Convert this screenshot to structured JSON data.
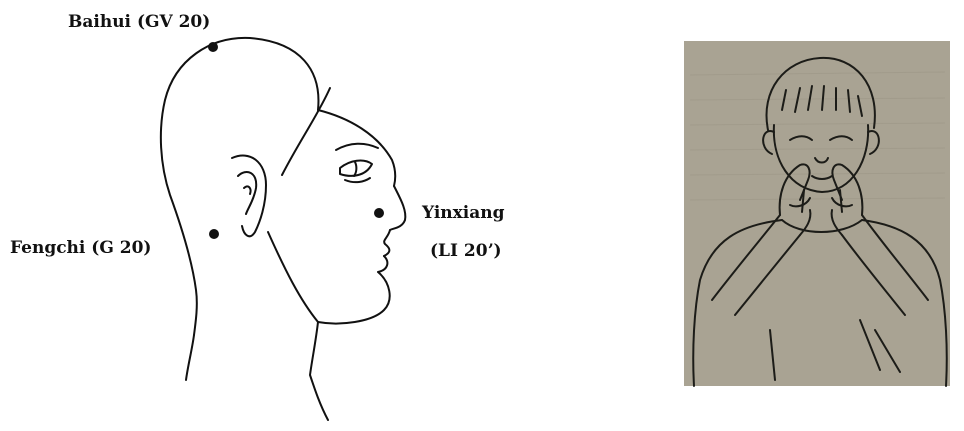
{
  "labels": {
    "baihui": "Baihui (GV 20)",
    "fengchi": "Fengchi (G 20)",
    "yinxiang_line1": "Yinxiang",
    "yinxiang_line2": "(LI 20ʼ)"
  },
  "colors": {
    "ink": "#111111",
    "photo_bg": "#a9a393",
    "photo_line": "#1c1c18"
  }
}
